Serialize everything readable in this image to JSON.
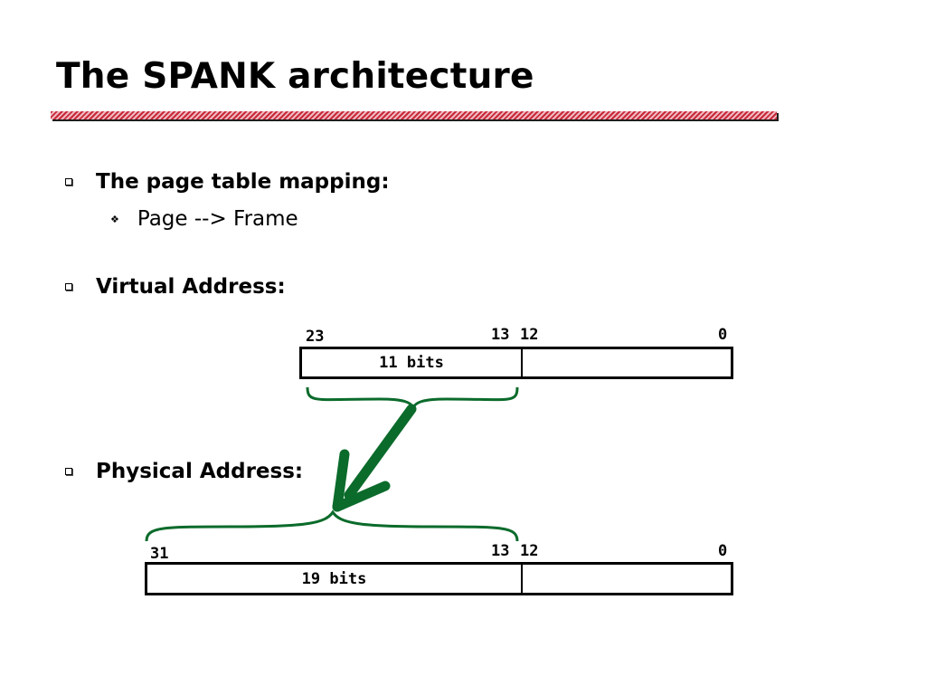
{
  "slide": {
    "title": "The SPANK architecture"
  },
  "bullets": {
    "page_table": "The page table mapping:",
    "page_frame": "Page --> Frame",
    "virtual_address": "Virtual Address:",
    "physical_address": "Physical Address:"
  },
  "virtual": {
    "label_high": "23",
    "label_13": "13",
    "label_12": "12",
    "label_0": "0",
    "field_text": "11 bits"
  },
  "physical": {
    "label_high": "31",
    "label_13": "13",
    "label_12": "12",
    "label_0": "0",
    "field_text": "19 bits"
  },
  "colors": {
    "accent_green": "#0b6b2b",
    "rule_red": "#c8293a"
  },
  "icons": {
    "bullet": "square-bullet-icon",
    "sub_bullet": "diamond-bullet-icon",
    "arrow": "mapping-arrow-icon"
  }
}
